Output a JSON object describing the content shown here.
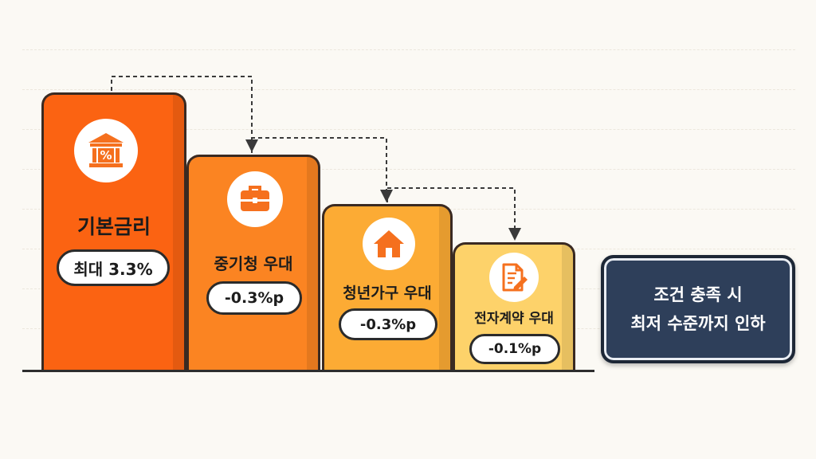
{
  "steps": [
    {
      "title": "기본금리",
      "value": "최대 3.3%",
      "icon": "bank-percent-icon",
      "color": "#fb6312"
    },
    {
      "title": "중기청 우대",
      "value": "-0.3%p",
      "icon": "briefcase-icon",
      "color": "#fb8422"
    },
    {
      "title": "청년가구 우대",
      "value": "-0.3%p",
      "icon": "house-icon",
      "color": "#fcab34"
    },
    {
      "title": "전자계약 우대",
      "value": "-0.1%p",
      "icon": "document-pen-icon",
      "color": "#fdd26a"
    }
  ],
  "note": {
    "line1": "조건 충족 시",
    "line2": "최저 수준까지 인하"
  },
  "colors": {
    "icon_orange": "#f5701e",
    "note_bg": "#2e3f5a",
    "outline": "#3a2a22"
  }
}
